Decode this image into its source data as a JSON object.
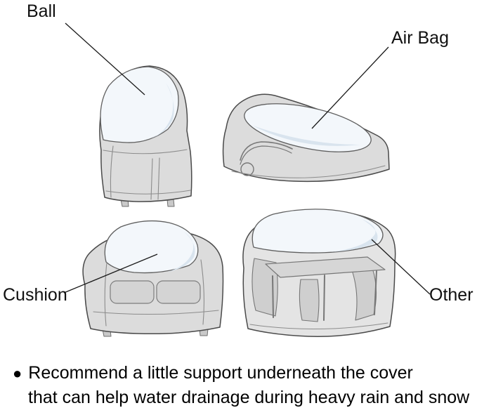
{
  "labels": {
    "ball": "Ball",
    "air_bag": "Air Bag",
    "cushion": "Cushion",
    "other": "Other"
  },
  "note": {
    "bullet": "●",
    "line1": "Recommend a little support underneath the cover",
    "line2": "that can help water drainage during heavy rain and snow"
  },
  "colors": {
    "background": "#ffffff",
    "outline": "#4a4a4a",
    "cover_fill": "#dcdcdc",
    "cover_fill_light": "#e4e4e4",
    "support_fill": "#f3f7fb",
    "support_shade": "#d9e4ee",
    "text": "#000000"
  }
}
